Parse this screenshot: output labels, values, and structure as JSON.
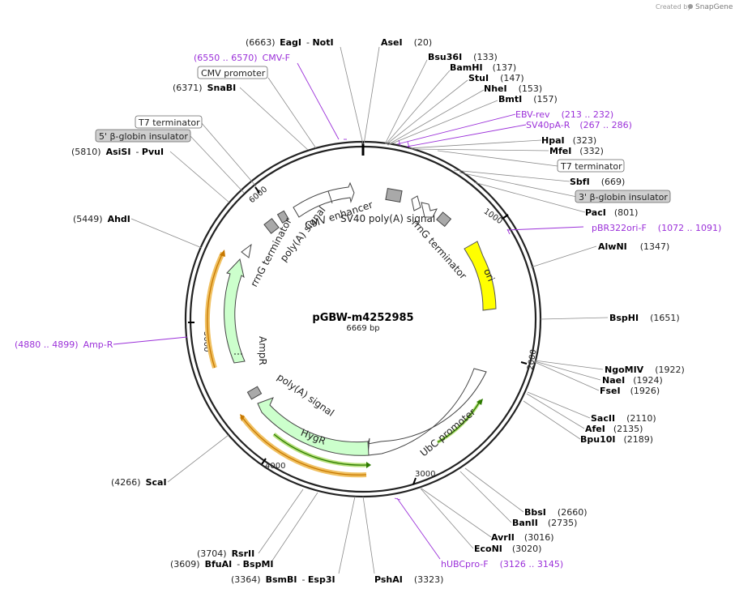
{
  "watermark": {
    "created_by": "Created by",
    "brand": "SnapGene"
  },
  "plasmid": {
    "name": "pGBW-m4252985",
    "length": "6669 bp"
  },
  "tick_labels": [
    "1000",
    "2000",
    "3000",
    "4000",
    "5000",
    "6000"
  ],
  "enzyme_sites": [
    {
      "id": "ase",
      "name": "AseI",
      "pos": "(20)"
    },
    {
      "id": "bsu",
      "name": "Bsu36I",
      "pos": "(133)"
    },
    {
      "id": "bam",
      "name": "BamHI",
      "pos": "(137)"
    },
    {
      "id": "stu",
      "name": "StuI",
      "pos": "(147)"
    },
    {
      "id": "nhe",
      "name": "NheI",
      "pos": "(153)"
    },
    {
      "id": "bmt",
      "name": "BmtI",
      "pos": "(157)"
    },
    {
      "id": "hpa",
      "name": "HpaI",
      "pos": "(323)"
    },
    {
      "id": "mfe",
      "name": "MfeI",
      "pos": "(332)"
    },
    {
      "id": "sbf",
      "name": "SbfI",
      "pos": "(669)"
    },
    {
      "id": "pac",
      "name": "PacI",
      "pos": "(801)"
    },
    {
      "id": "alw",
      "name": "AlwNI",
      "pos": "(1347)"
    },
    {
      "id": "bsph",
      "name": "BspHI",
      "pos": "(1651)"
    },
    {
      "id": "ngo",
      "name": "NgoMIV",
      "pos": "(1922)"
    },
    {
      "id": "nae",
      "name": "NaeI",
      "pos": "(1924)"
    },
    {
      "id": "fse",
      "name": "FseI",
      "pos": "(1926)"
    },
    {
      "id": "sac",
      "name": "SacII",
      "pos": "(2110)"
    },
    {
      "id": "afe",
      "name": "AfeI",
      "pos": "(2135)"
    },
    {
      "id": "bpu",
      "name": "Bpu10I",
      "pos": "(2189)"
    },
    {
      "id": "bbs",
      "name": "BbsI",
      "pos": "(2660)"
    },
    {
      "id": "ban",
      "name": "BanII",
      "pos": "(2735)"
    },
    {
      "id": "avr",
      "name": "AvrII",
      "pos": "(3016)"
    },
    {
      "id": "eco",
      "name": "EcoNI",
      "pos": "(3020)"
    },
    {
      "id": "psh",
      "name": "PshAI",
      "pos": "(3323)"
    },
    {
      "id": "bsm",
      "name": "BsmBI",
      "name2": "Esp3I",
      "pos": "(3364)"
    },
    {
      "id": "bfu",
      "name": "BfuAI",
      "name2": "BspMI",
      "pos": "(3609)"
    },
    {
      "id": "rsr",
      "name": "RsrII",
      "pos": "(3704)"
    },
    {
      "id": "sca",
      "name": "ScaI",
      "pos": "(4266)"
    },
    {
      "id": "ahd",
      "name": "AhdI",
      "pos": "(5449)"
    },
    {
      "id": "asi",
      "name": "AsiSI",
      "name2": "PvuI",
      "pos": "(5810)"
    },
    {
      "id": "sna",
      "name": "SnaBI",
      "pos": "(6371)"
    },
    {
      "id": "eag",
      "name": "EagI",
      "name2": "NotI",
      "pos": "(6663)"
    }
  ],
  "primers": [
    {
      "id": "cmvf",
      "name": "CMV-F",
      "range": "(6550 .. 6570)"
    },
    {
      "id": "ebv",
      "name": "EBV-rev",
      "range": "(213 .. 232)"
    },
    {
      "id": "sv40r",
      "name": "SV40pA-R",
      "range": "(267 .. 286)"
    },
    {
      "id": "pbr",
      "name": "pBR322ori-F",
      "range": "(1072 .. 1091)"
    },
    {
      "id": "hubc",
      "name": "hUBCpro-F",
      "range": "(3126 .. 3145)"
    },
    {
      "id": "ampr",
      "name": "Amp-R",
      "range": "(4880 .. 4899)"
    }
  ],
  "boxed_features": {
    "cmv_promoter": "CMV promoter",
    "t7_left": "T7 terminator",
    "bglob_5": "5' β-globin insulator",
    "t7_right": "T7 terminator",
    "bglob_3": "3' β-globin insulator"
  },
  "inner_features": {
    "cmv_enhancer": "CMV enhancer",
    "sv40_polya": "SV40 poly(A) signal",
    "rrng_right": "rrnG terminator",
    "ori": "ori",
    "rrng_left": "rrnG terminator",
    "polya_left": "poly(A) signal",
    "ampr": "AmpR",
    "polya_bottom": "poly(A) signal",
    "hygr": "HygR",
    "ubc": "UbC promoter"
  },
  "colors": {
    "primer": "#9b30d9",
    "ori_fill": "#ffff00",
    "resistance_fill": "#ccffcc",
    "orf_arrow": "#ffa500",
    "promoter_fill": "#ffffff",
    "terminator_fill": "#a9a9a9",
    "insulator_box": "#cfcfcf"
  }
}
